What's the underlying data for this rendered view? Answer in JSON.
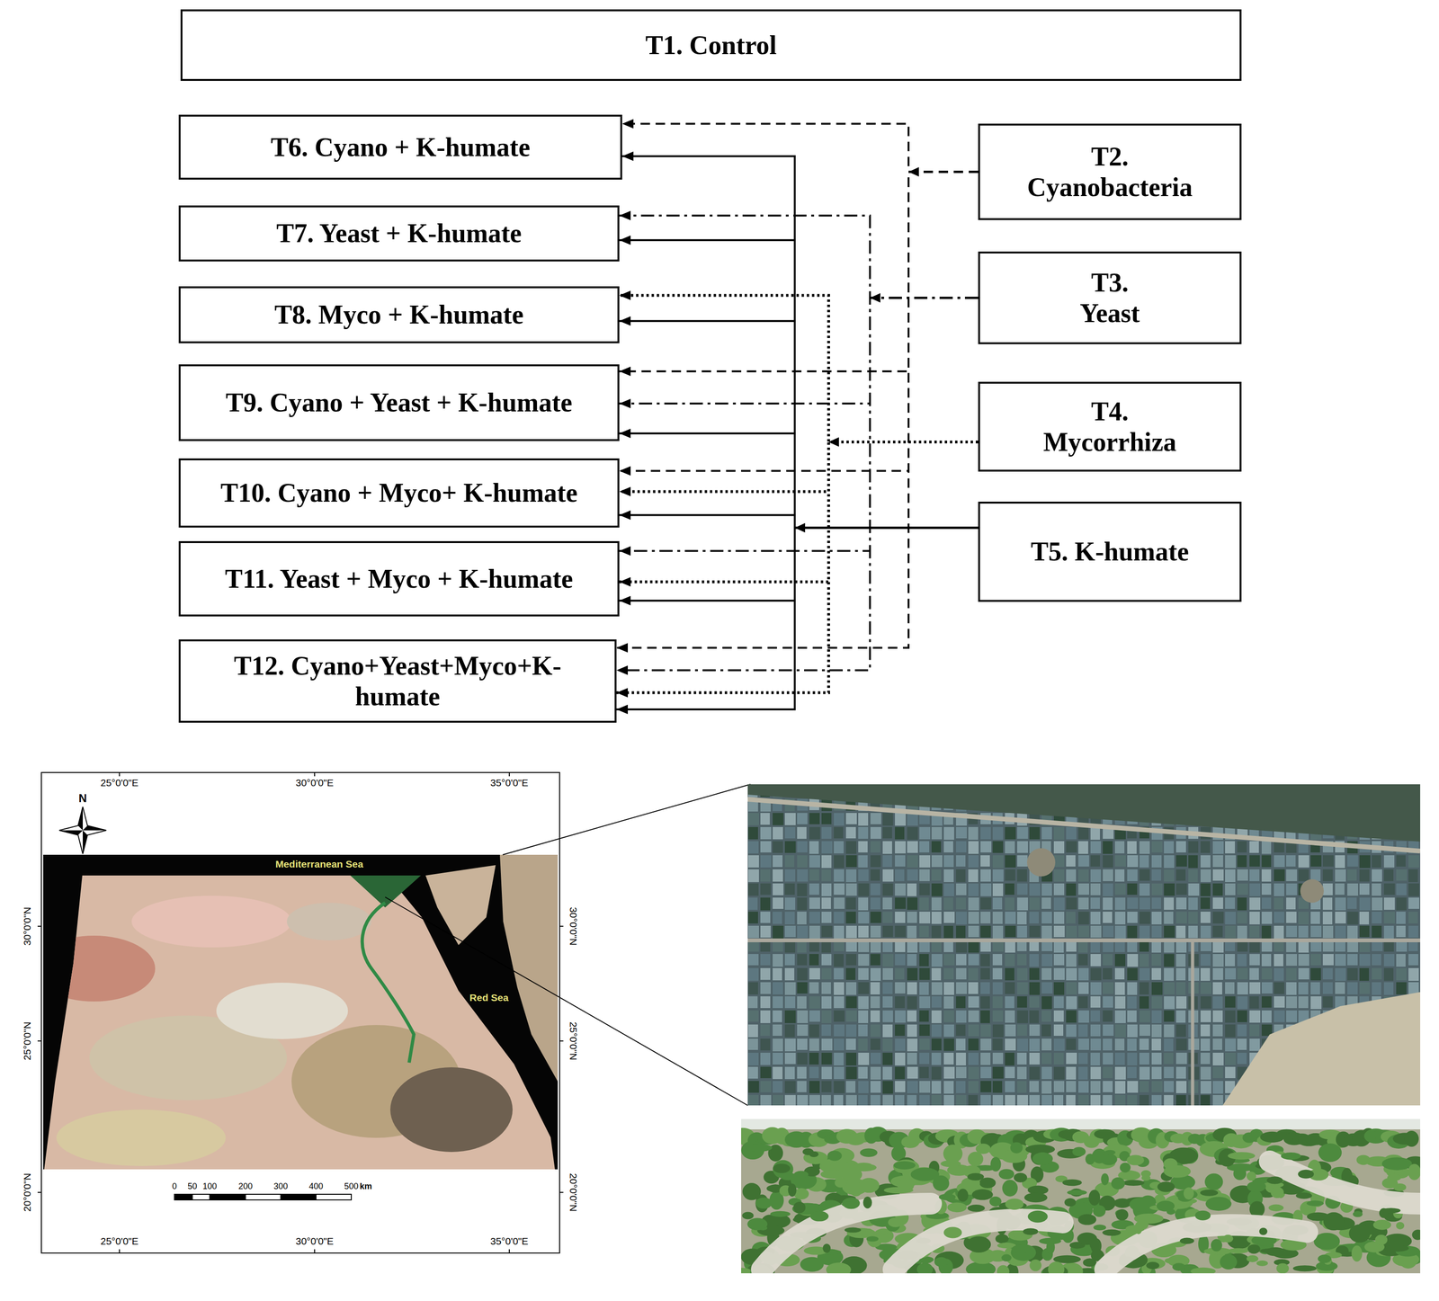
{
  "diagram": {
    "nodes": [
      {
        "text": [
          "T1. Control"
        ]
      },
      {
        "text": [
          "T2. Cyanobacteria"
        ]
      },
      {
        "text": [
          "T3. Yeast"
        ]
      },
      {
        "text": [
          "T4. Mycorrhiza"
        ]
      },
      {
        "text": [
          "T5. K-humate"
        ]
      },
      {
        "text": [
          "T6. Cyano + K-humate"
        ]
      },
      {
        "text": [
          "T7. Yeast + K-humate"
        ]
      },
      {
        "text": [
          "T8. Myco + K-humate"
        ]
      },
      {
        "text": [
          "T9. Cyano + Yeast + K-humate"
        ]
      },
      {
        "text": [
          "T10. Cyano + Myco+ K-humate"
        ]
      },
      {
        "text": [
          "T11. Yeast + Myco + K-humate"
        ]
      },
      {
        "text": [
          "T12. Cyano+Yeast+Myco+K-humate"
        ]
      }
    ],
    "edges": [
      {
        "from": 1,
        "to": 5,
        "arrow": "to"
      },
      {
        "from": 1,
        "to": 8,
        "arrow": "to"
      },
      {
        "from": 1,
        "to": 9,
        "arrow": "to"
      },
      {
        "from": 1,
        "to": 11,
        "arrow": "to"
      },
      {
        "from": 2,
        "to": 6,
        "arrow": "to"
      },
      {
        "from": 2,
        "to": 8,
        "arrow": "to"
      },
      {
        "from": 2,
        "to": 10,
        "arrow": "to"
      },
      {
        "from": 2,
        "to": 11,
        "arrow": "to"
      },
      {
        "from": 3,
        "to": 7,
        "arrow": "to"
      },
      {
        "from": 3,
        "to": 9,
        "arrow": "to"
      },
      {
        "from": 3,
        "to": 10,
        "arrow": "to"
      },
      {
        "from": 3,
        "to": 11,
        "arrow": "to"
      },
      {
        "from": 4,
        "to": 5,
        "arrow": "to"
      },
      {
        "from": 4,
        "to": 6,
        "arrow": "to"
      },
      {
        "from": 4,
        "to": 7,
        "arrow": "to"
      },
      {
        "from": 4,
        "to": 8,
        "arrow": "to"
      },
      {
        "from": 4,
        "to": 9,
        "arrow": "to"
      },
      {
        "from": 4,
        "to": 10,
        "arrow": "to"
      },
      {
        "from": 4,
        "to": 11,
        "arrow": "to"
      }
    ],
    "labels": [
      "25°0'0\"E",
      "30°0'0\"E",
      "35°0'0\"E",
      "N",
      "Mediterranean Sea",
      "30°0'0\"N",
      "30°0'0\"N",
      "Red Sea",
      "25°0'0\"N",
      "25°0'0\"N",
      "20°0'0\"N",
      "20°0'0\"N",
      "0",
      "50",
      "100",
      "200",
      "300",
      "400",
      "500",
      "km",
      "25°0'0\"E",
      "30°0'0\"E",
      "35°0'0\"E"
    ]
  }
}
